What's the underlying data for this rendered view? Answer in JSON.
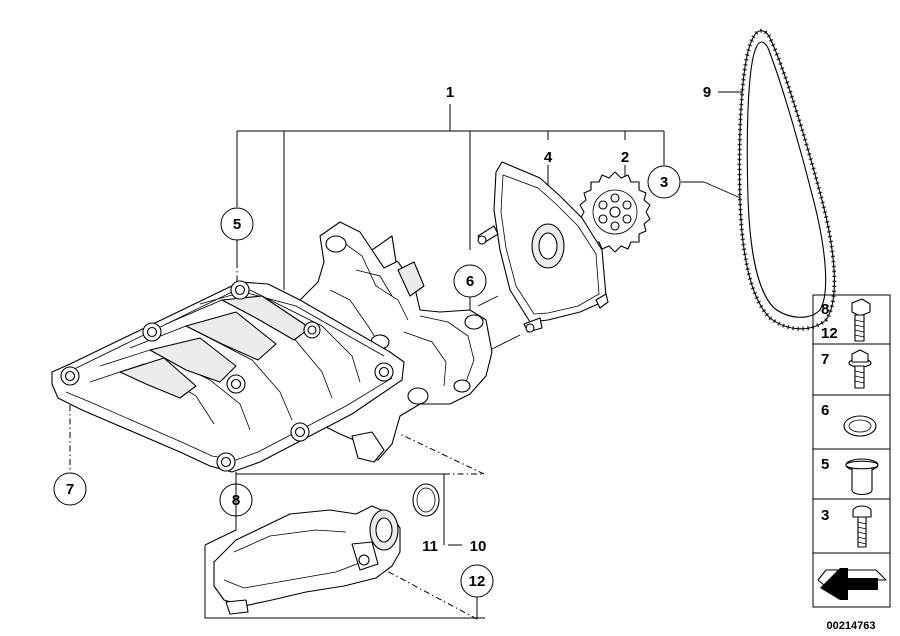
{
  "callouts": {
    "c1": "1",
    "c2": "2",
    "c3": "3",
    "c4": "4",
    "c5": "5",
    "c6": "6",
    "c7": "7",
    "c8": "8",
    "c9": "9",
    "c10": "10",
    "c11": "11",
    "c12": "12"
  },
  "legend": {
    "row1_a": "8",
    "row1_b": "12",
    "row2": "7",
    "row3": "6",
    "row4": "5",
    "row5": "3"
  },
  "doc_number": "00214763"
}
